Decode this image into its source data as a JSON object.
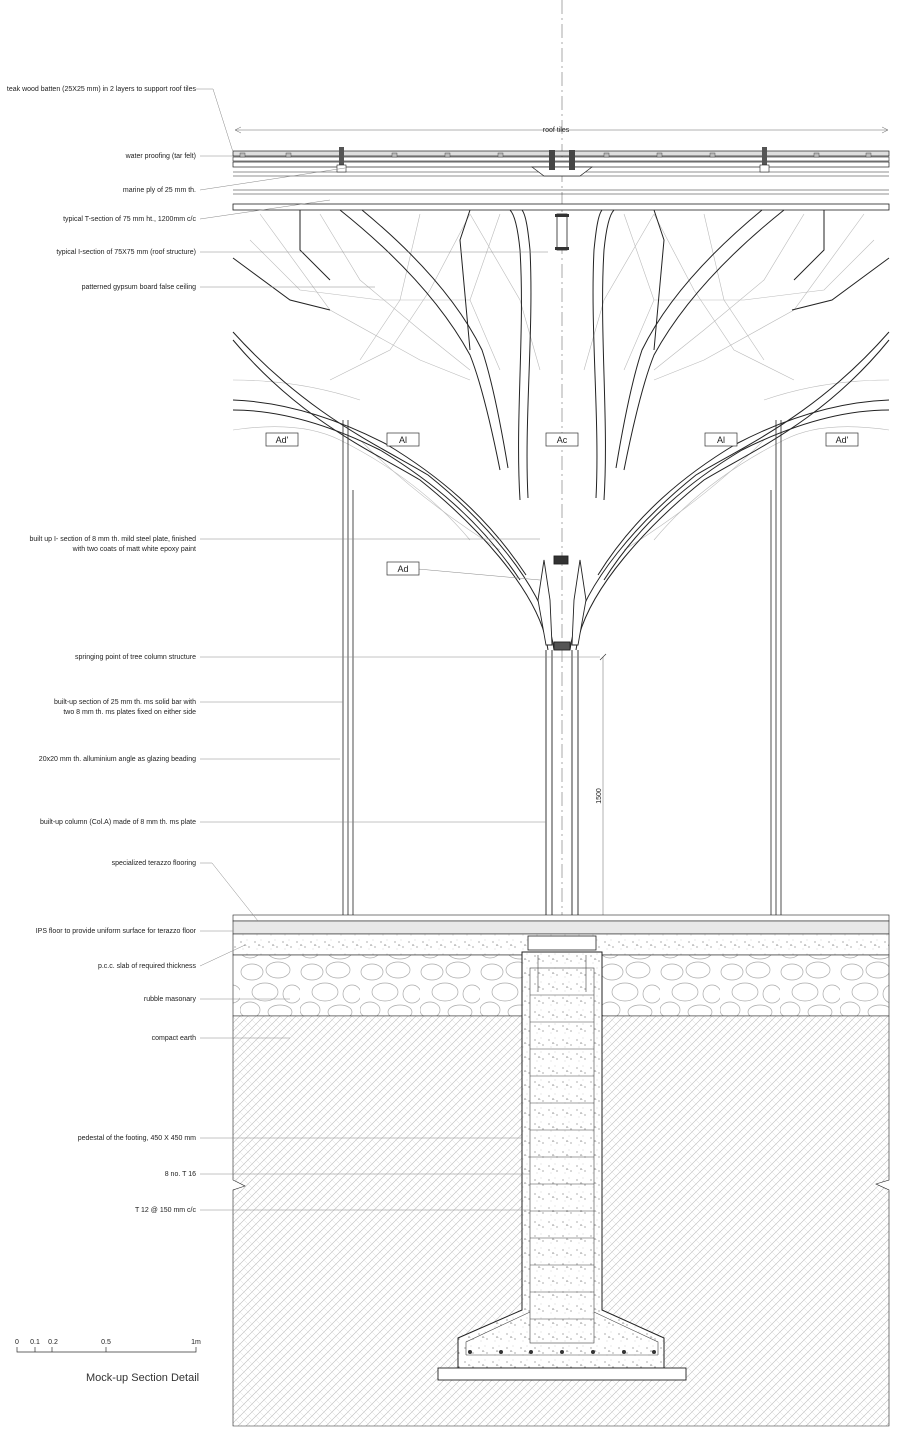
{
  "labels": {
    "teak_batten": "teak wood batten (25X25 mm) in 2 layers to support roof tiles",
    "water_proofing": "water proofing (tar felt)",
    "marine_ply": "marine ply of 25 mm th.",
    "t_section": "typical T-section of 75 mm ht., 1200mm c/c",
    "i_section": "typical I-section of 75X75 mm (roof structure)",
    "false_ceiling": "patterned gypsum board false ceiling",
    "built_up_i_1": "built up I- section of 8 mm th. mild steel plate, finished",
    "built_up_i_2": "with two coats of matt white epoxy paint",
    "springing": "springing point of tree column structure",
    "solid_bar_1": "built-up section of 25 mm th. ms solid bar with",
    "solid_bar_2": "two 8 mm th. ms plates fixed on either side",
    "glazing": "20x20 mm th. alluminium angle as glazing beading",
    "column": "built-up column (Col.A) made of 8 mm th. ms plate",
    "terazzo": "specialized terazzo flooring",
    "ips": "IPS floor to provide uniform surface for terazzo floor",
    "pcc": "p.c.c. slab of required thickness",
    "rubble": "rubble masonary",
    "earth": "compact earth",
    "pedestal": "pedestal of the footing, 450 X 450 mm",
    "rebar_t16": "8 no. T 16",
    "rebar_t12": "T 12 @ 150 mm c/c"
  },
  "roof_tiles": "roof tiles",
  "tags": {
    "ad_prime_left": "Ad'",
    "al_left": "Al",
    "ac": "Ac",
    "al_right": "Al",
    "ad_prime_right": "Ad'",
    "ad": "Ad"
  },
  "dimension": "1500",
  "scale": {
    "ticks": [
      "0",
      "0.1",
      "0.2",
      "0.5",
      "1m"
    ]
  },
  "title": "Mock-up Section Detail"
}
